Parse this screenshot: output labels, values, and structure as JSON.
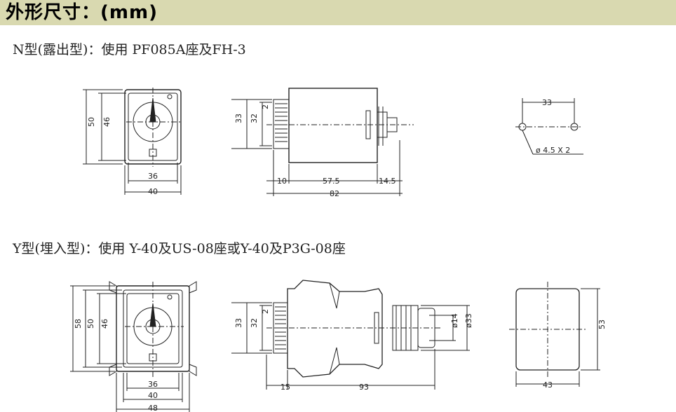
{
  "header": {
    "title": "外形尺寸：(mm)"
  },
  "sections": {
    "n_type": {
      "title": "N型(露出型)：使用 PF085A座及FH-3",
      "front": {
        "outer_height": "50",
        "inner_height": "46",
        "inner_width": "36",
        "outer_width": "40"
      },
      "side": {
        "height_outer": "33",
        "height_inner": "32",
        "gap": "2",
        "d1": "10",
        "d2": "57.5",
        "d3": "14.5",
        "total": "82"
      },
      "cutout": {
        "spacing": "33",
        "hole": "ø 4.5 X 2"
      }
    },
    "y_type": {
      "title": "Y型(埋入型)：使用 Y-40及US-08座或Y-40及P3G-08座",
      "front": {
        "h58": "58",
        "h50": "50",
        "h46": "46",
        "w36": "36",
        "w40": "40",
        "w48": "48"
      },
      "side": {
        "h33": "33",
        "h32": "32",
        "gap": "2",
        "d1": "15",
        "d2": "93",
        "dia14": "ø14",
        "dia33": "ø33"
      },
      "cutout": {
        "height": "53",
        "width": "43"
      }
    }
  }
}
